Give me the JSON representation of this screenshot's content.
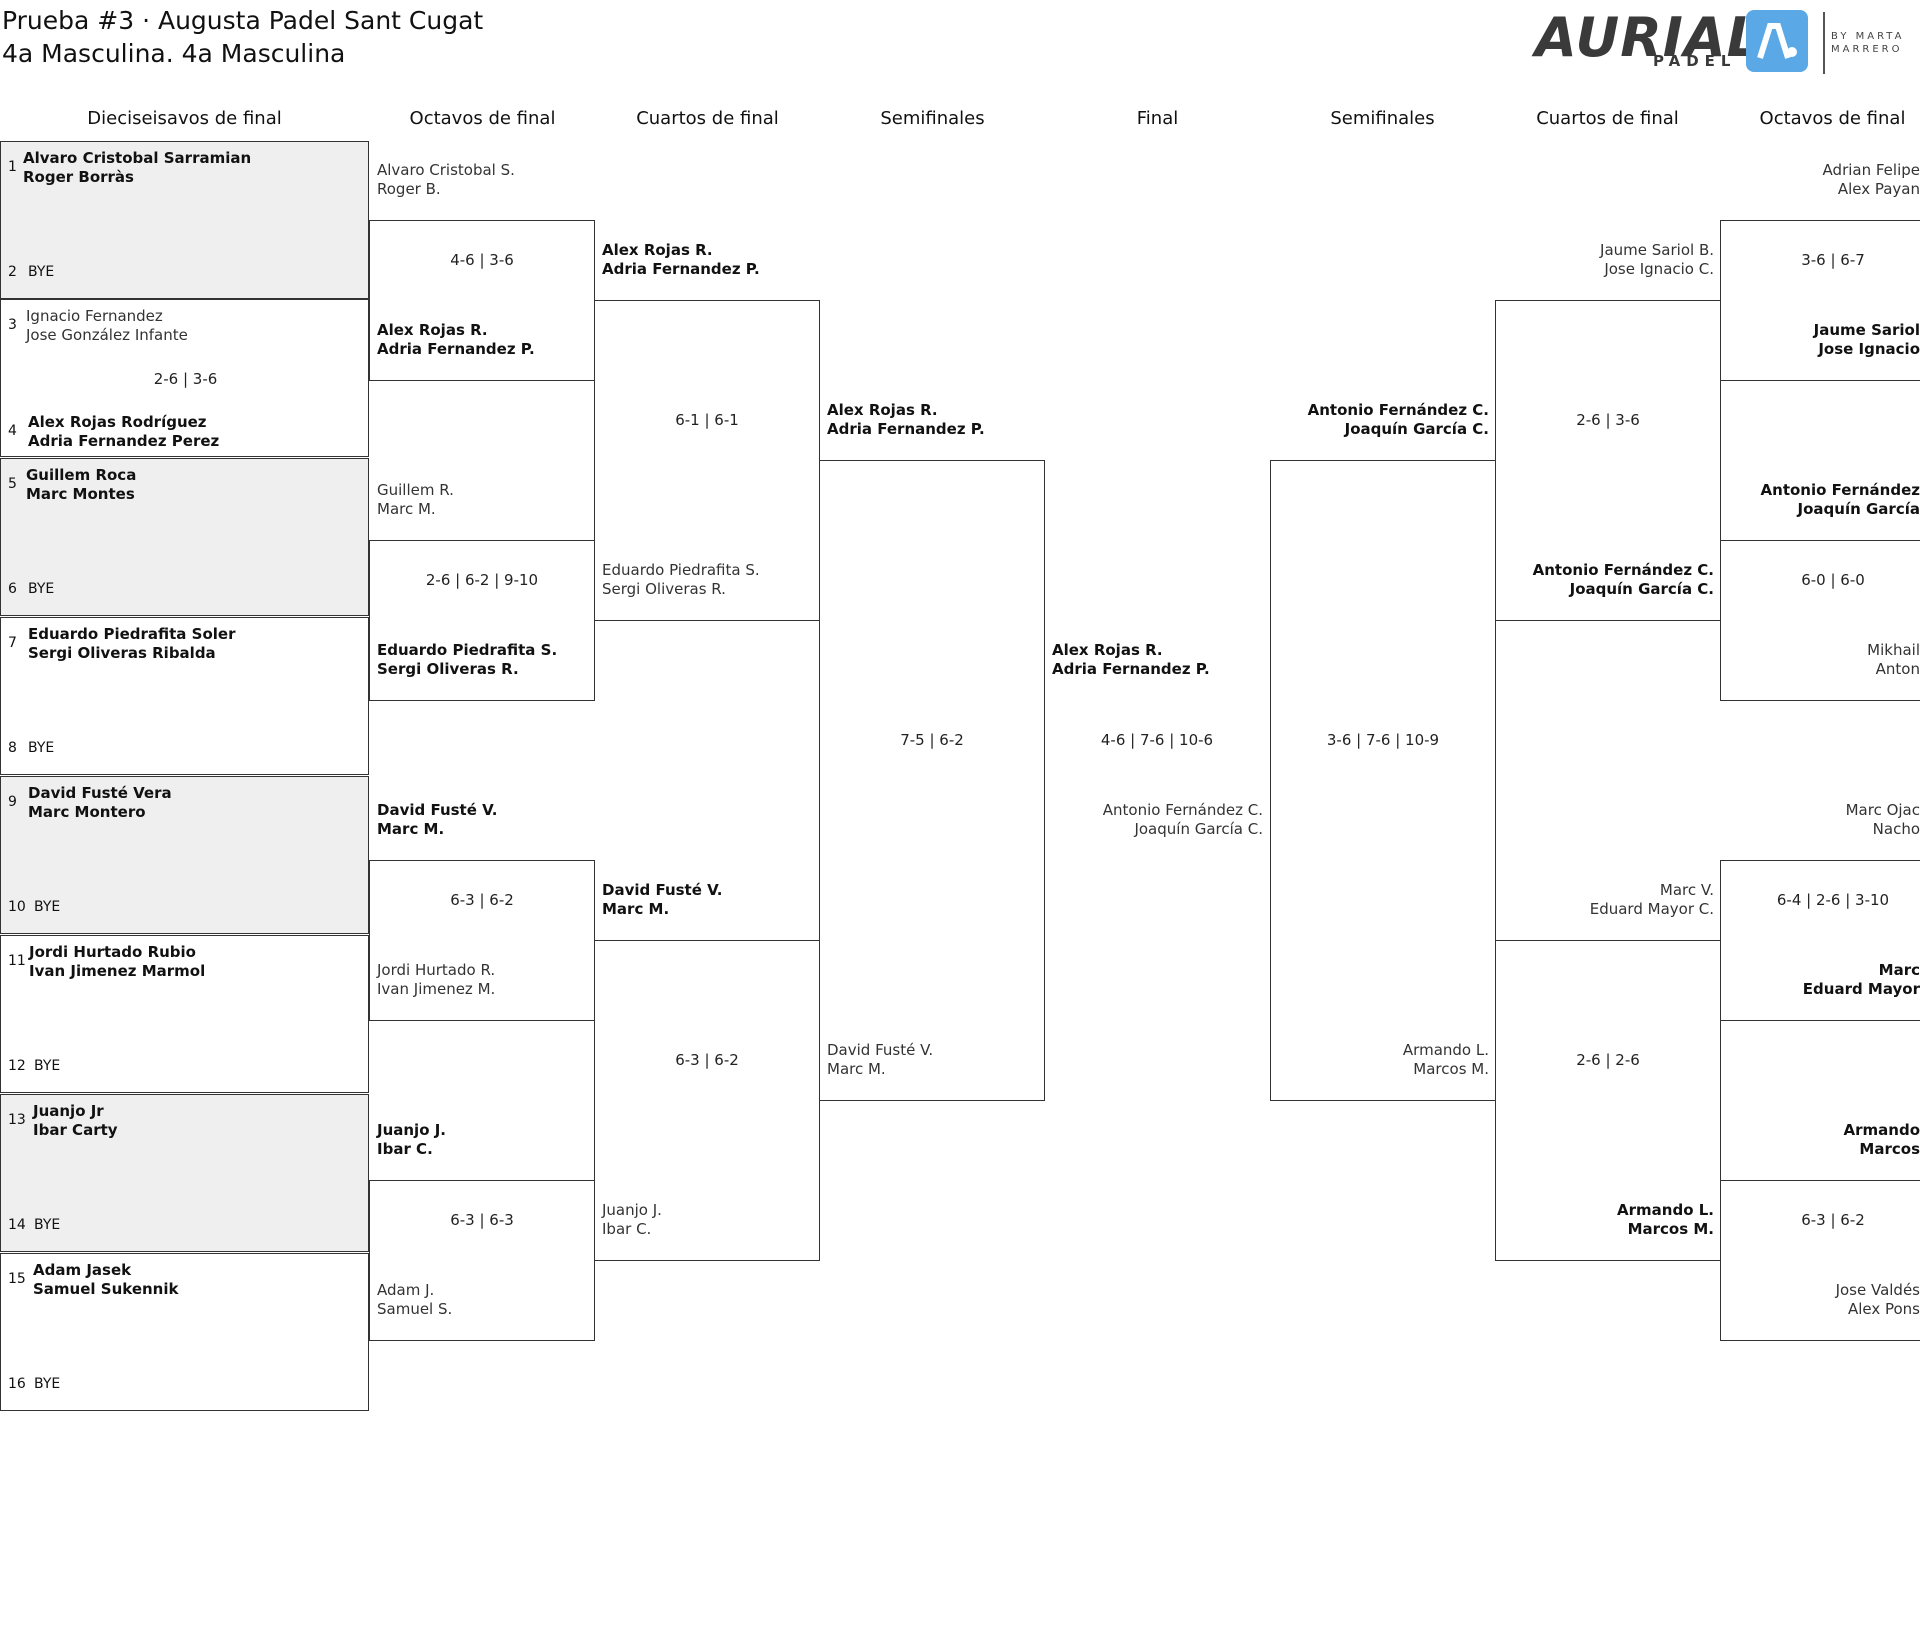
{
  "header": {
    "title": "Prueba #3 · Augusta Padel Sant Cugat",
    "subtitle": "4a Masculina. 4a Masculina"
  },
  "logo": {
    "brand": "AURIAL",
    "sub": "PADEL",
    "by": "BY MARTA MARRERO",
    "accent": "#5aa8e6"
  },
  "rounds": [
    "Dieciseisavos de final",
    "Octavos de final",
    "Cuartos de final",
    "Semifinales",
    "Final",
    "Semifinales",
    "Cuartos de final",
    "Octavos de final"
  ],
  "seeds": [
    {
      "num": "1",
      "p1": "Alvaro Cristobal Sarramian",
      "p2": "Roger Borràs"
    },
    {
      "num": "2",
      "p1": "BYE"
    },
    {
      "num": "3",
      "p1": "Ignacio Fernandez",
      "p2": "Jose González Infante",
      "score": "2-6 | 3-6"
    },
    {
      "num": "4",
      "p1": "Alex Rojas Rodríguez",
      "p2": "Adria Fernandez Perez"
    },
    {
      "num": "5",
      "p1": "Guillem Roca",
      "p2": "Marc Montes"
    },
    {
      "num": "6",
      "p1": "BYE"
    },
    {
      "num": "7",
      "p1": "Eduardo Piedrafita Soler",
      "p2": "Sergi Oliveras Ribalda"
    },
    {
      "num": "8",
      "p1": "BYE"
    },
    {
      "num": "9",
      "p1": "David Fusté Vera",
      "p2": "Marc Montero"
    },
    {
      "num": "10",
      "p1": "BYE"
    },
    {
      "num": "11",
      "p1": "Jordi Hurtado Rubio",
      "p2": "Ivan Jimenez Marmol"
    },
    {
      "num": "12",
      "p1": "BYE"
    },
    {
      "num": "13",
      "p1": "Juanjo Jr",
      "p2": "Ibar Carty"
    },
    {
      "num": "14",
      "p1": "BYE"
    },
    {
      "num": "15",
      "p1": "Adam Jasek",
      "p2": "Samuel Sukennik"
    },
    {
      "num": "16",
      "p1": "BYE"
    }
  ],
  "left_octavos": [
    {
      "a1": "Alvaro Cristobal S.",
      "a2": "Roger B.",
      "b1": "Alex Rojas R.",
      "b2": "Adria Fernandez P.",
      "score": "4-6 | 3-6"
    },
    {
      "a1": "Guillem R.",
      "a2": "Marc M.",
      "b1": "Eduardo Piedrafita S.",
      "b2": "Sergi Oliveras R.",
      "score": "2-6 | 6-2 | 9-10"
    },
    {
      "a1": "David Fusté V.",
      "a2": "Marc M.",
      "b1": "Jordi Hurtado R.",
      "b2": "Ivan Jimenez M.",
      "score": "6-3 | 6-2"
    },
    {
      "a1": "Juanjo J.",
      "a2": "Ibar C.",
      "b1": "Adam J.",
      "b2": "Samuel S.",
      "score": "6-3 | 6-3"
    }
  ],
  "left_cuartos": [
    {
      "a1": "Alex Rojas R.",
      "a2": "Adria Fernandez P.",
      "b1": "Eduardo Piedrafita S.",
      "b2": "Sergi Oliveras R.",
      "score": "6-1 | 6-1"
    },
    {
      "a1": "David Fusté V.",
      "a2": "Marc M.",
      "b1": "Juanjo J.",
      "b2": "Ibar C.",
      "score": "6-3 | 6-2"
    }
  ],
  "left_semi": {
    "a1": "Alex Rojas R.",
    "a2": "Adria Fernandez P.",
    "b1": "David Fusté V.",
    "b2": "Marc M.",
    "score": "7-5 | 6-2"
  },
  "final": {
    "a1": "Alex Rojas R.",
    "a2": "Adria Fernandez P.",
    "b1": "Antonio Fernández C.",
    "b2": "Joaquín García C.",
    "score": "4-6 | 7-6 | 10-6"
  },
  "right_semi": {
    "a1": "Antonio Fernández C.",
    "a2": "Joaquín García C.",
    "b1": "Armando L.",
    "b2": "Marcos M.",
    "score": "3-6 | 7-6 | 10-9"
  },
  "right_cuartos": [
    {
      "a1": "Jaume Sariol B.",
      "a2": "Jose Ignacio C.",
      "b1": "Antonio Fernández C.",
      "b2": "Joaquín García C.",
      "score": "2-6 | 3-6"
    },
    {
      "a1": "Marc V.",
      "a2": "Eduard Mayor C.",
      "b1": "Armando L.",
      "b2": "Marcos M.",
      "score": "2-6 | 2-6"
    }
  ],
  "right_octavos": [
    {
      "a1": "Adrian Felipe",
      "a2": "Alex Payan",
      "b1": "Jaume Sariol",
      "b2": "Jose Ignacio",
      "score": "3-6 | 6-7"
    },
    {
      "a1": "Antonio Fernández",
      "a2": "Joaquín García",
      "b1": "Mikhail",
      "b2": "Anton",
      "score": "6-0 | 6-0"
    },
    {
      "a1": "Marc Ojac",
      "a2": "Nacho",
      "b1": "Marc",
      "b2": "Eduard Mayor",
      "score": "6-4 | 2-6 | 3-10"
    },
    {
      "a1": "Armando",
      "a2": "Marcos",
      "b1": "Jose Valdés",
      "b2": "Alex Pons",
      "score": "6-3 | 6-2"
    }
  ]
}
